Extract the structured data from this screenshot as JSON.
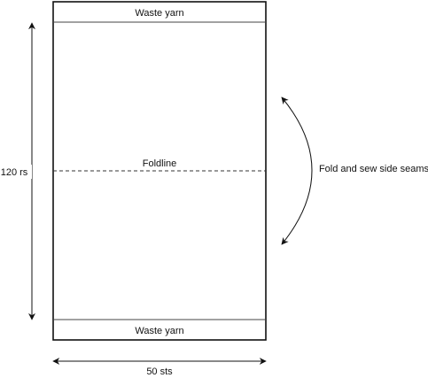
{
  "labels": {
    "top_band": "Waste yarn",
    "bottom_band": "Waste yarn",
    "foldline": "Foldline",
    "height": "120 rs",
    "width": "50 sts",
    "instruction": "Fold and sew side seams"
  },
  "colors": {
    "stroke": "#111111",
    "background": "#ffffff"
  },
  "line_styles": {
    "foldline": "dashed"
  }
}
